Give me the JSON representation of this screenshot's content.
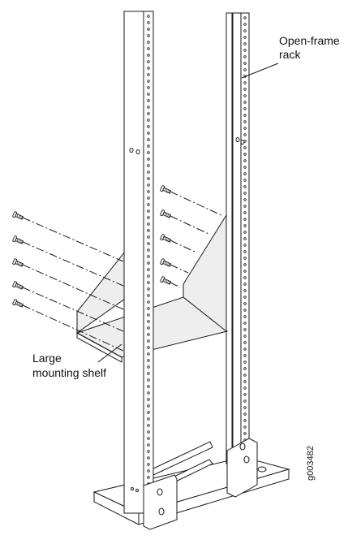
{
  "labels": {
    "rack_line1": "Open-frame",
    "rack_line2": "rack",
    "shelf_line1": "Large",
    "shelf_line2": "mounting shelf",
    "figure_id": "g003482"
  },
  "colors": {
    "stroke": "#1a1a1a",
    "shelf_fill": "#eeeeee",
    "white": "#ffffff"
  },
  "screws": {
    "left_count": 5,
    "right_count": 5
  }
}
